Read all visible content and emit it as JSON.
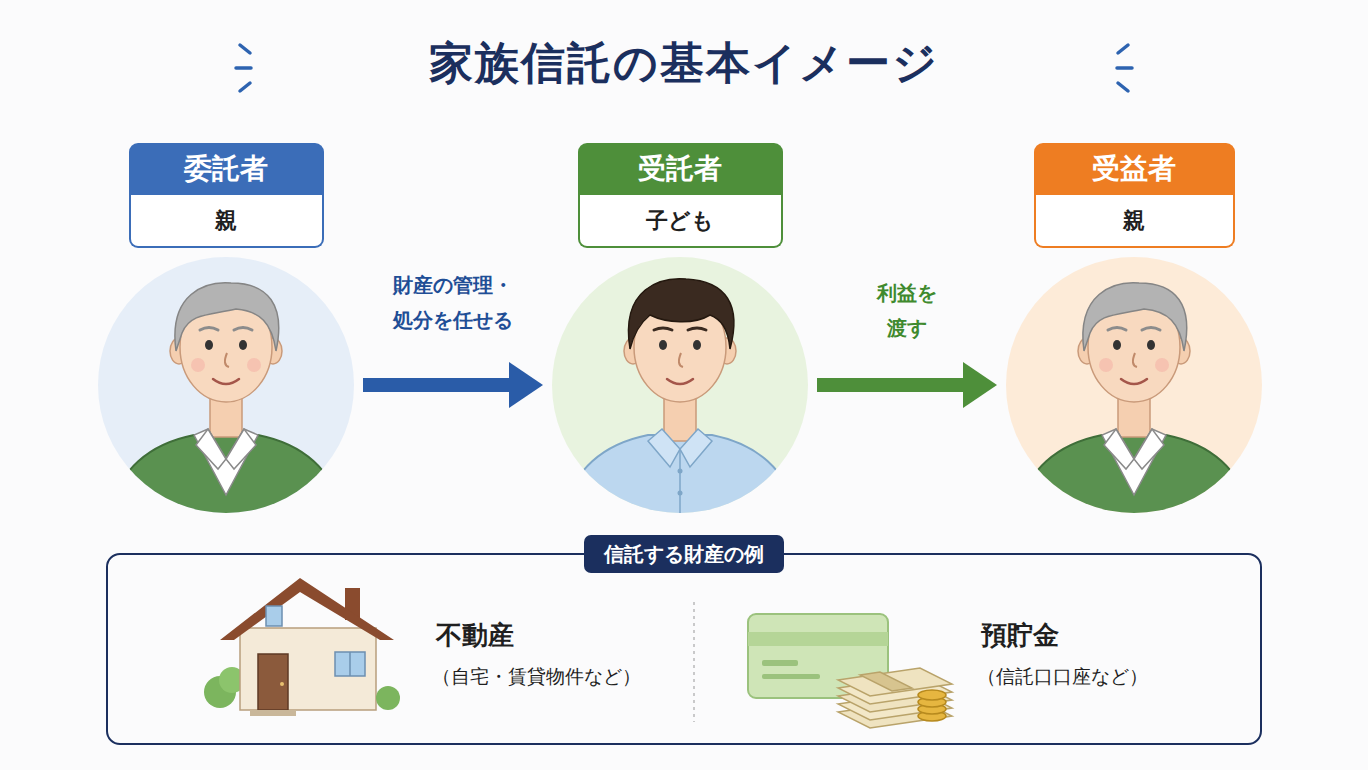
{
  "diagram": {
    "title": "家族信託の基本イメージ",
    "nodes": [
      {
        "text": [
          "委託者",
          "親"
        ]
      },
      {
        "text": [
          "受託者",
          "子ども"
        ]
      },
      {
        "text": [
          "受益者",
          "親"
        ]
      },
      {
        "text": [
          "信託する財産の例"
        ]
      }
    ],
    "edges": [
      {
        "from": 0,
        "to": 1,
        "label": "財産の管理・ 処分を任せる",
        "arrow": "to"
      },
      {
        "from": 1,
        "to": 2,
        "label": "利益を 渡す",
        "arrow": "to"
      }
    ],
    "labels": [
      "不動産",
      "（自宅・賃貸物件など）",
      "預貯金",
      "（信託口口座など）"
    ]
  }
}
